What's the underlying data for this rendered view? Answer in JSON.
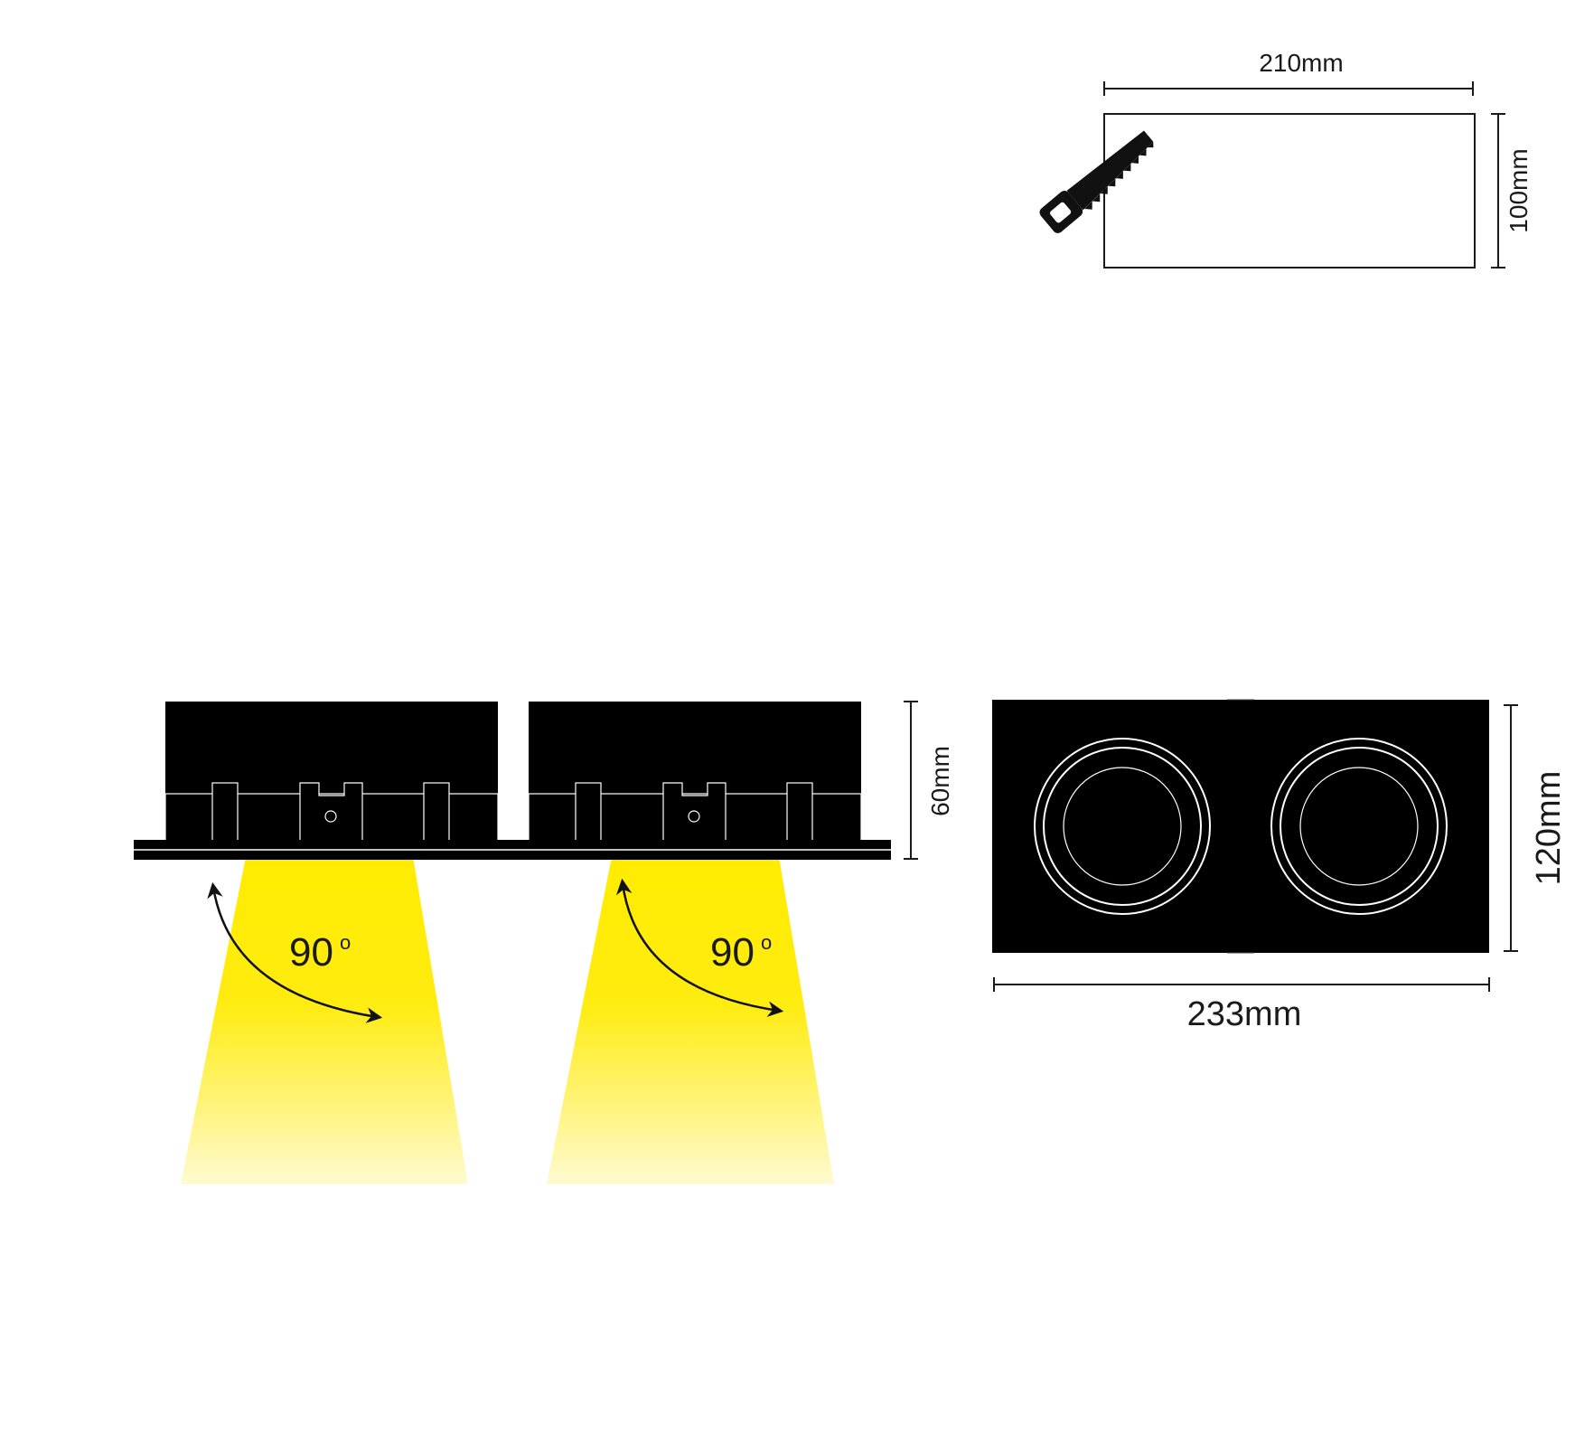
{
  "cutout": {
    "width_label": "210mm",
    "height_label": "100mm"
  },
  "side_view": {
    "height_label": "60mm",
    "beams": [
      {
        "angle_value": "90",
        "angle_unit": "o"
      },
      {
        "angle_value": "90",
        "angle_unit": "o"
      }
    ]
  },
  "front_view": {
    "height_label": "120mm",
    "width_label": "233mm"
  },
  "colors": {
    "body": "#000000",
    "beam": "#ffec00",
    "line": "#1a1a1a"
  },
  "icons": [
    "saw-icon",
    "rotation-arrow-icon"
  ]
}
